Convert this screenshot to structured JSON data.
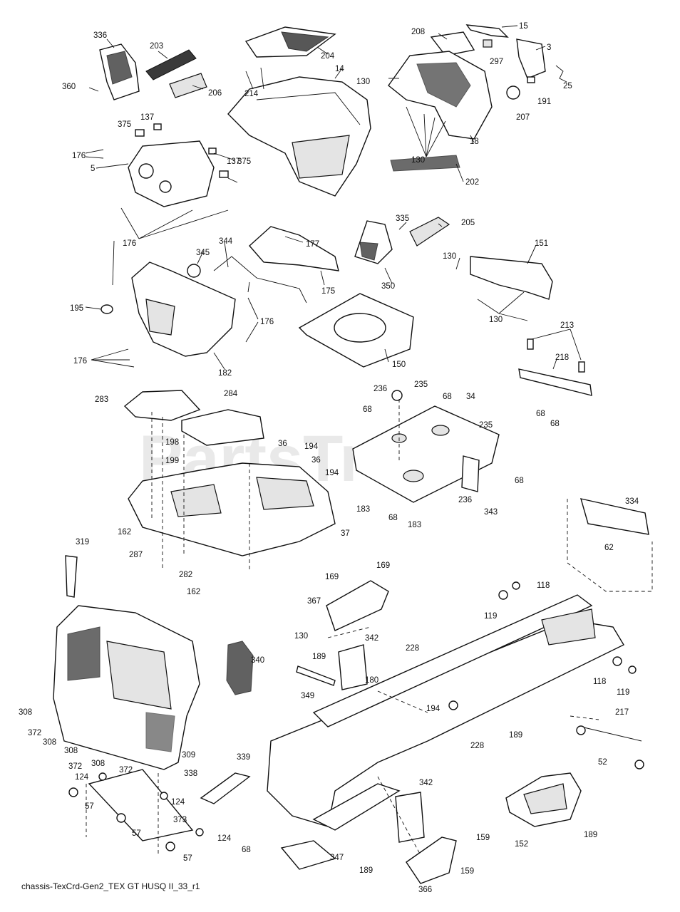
{
  "caption": "chassis-TexCrd-Gen2_TEX GT HUSQ II_33_r1",
  "watermark": "PartsTree",
  "colors": {
    "line": "#111111",
    "paper": "#ffffff",
    "watermark": "#cfcfcf"
  },
  "callouts": [
    {
      "id": "c1",
      "text": "336"
    },
    {
      "id": "c2",
      "text": "203"
    },
    {
      "id": "c3",
      "text": "204"
    },
    {
      "id": "c4",
      "text": "208"
    },
    {
      "id": "c5",
      "text": "15"
    },
    {
      "id": "c6",
      "text": "3"
    },
    {
      "id": "c7",
      "text": "297"
    },
    {
      "id": "c8",
      "text": "360"
    },
    {
      "id": "c9",
      "text": "214"
    },
    {
      "id": "c10",
      "text": "14"
    },
    {
      "id": "c11",
      "text": "130"
    },
    {
      "id": "c12",
      "text": "25"
    },
    {
      "id": "c13",
      "text": "206"
    },
    {
      "id": "c14",
      "text": "191"
    },
    {
      "id": "c15",
      "text": "207"
    },
    {
      "id": "c16",
      "text": "137"
    },
    {
      "id": "c17",
      "text": "375"
    },
    {
      "id": "c18",
      "text": "176"
    },
    {
      "id": "c19",
      "text": "137"
    },
    {
      "id": "c20",
      "text": "130"
    },
    {
      "id": "c21",
      "text": "18"
    },
    {
      "id": "c22",
      "text": "5"
    },
    {
      "id": "c23",
      "text": "375"
    },
    {
      "id": "c24",
      "text": "202"
    },
    {
      "id": "c25",
      "text": "335"
    },
    {
      "id": "c26",
      "text": "205"
    },
    {
      "id": "c27",
      "text": "176"
    },
    {
      "id": "c28",
      "text": "344"
    },
    {
      "id": "c29",
      "text": "177"
    },
    {
      "id": "c30",
      "text": "151"
    },
    {
      "id": "c31",
      "text": "345"
    },
    {
      "id": "c32",
      "text": "130"
    },
    {
      "id": "c33",
      "text": "175"
    },
    {
      "id": "c34",
      "text": "350"
    },
    {
      "id": "c35",
      "text": "195"
    },
    {
      "id": "c36",
      "text": "130"
    },
    {
      "id": "c37",
      "text": "176"
    },
    {
      "id": "c38",
      "text": "213"
    },
    {
      "id": "c39",
      "text": "176"
    },
    {
      "id": "c40",
      "text": "182"
    },
    {
      "id": "c41",
      "text": "150"
    },
    {
      "id": "c42",
      "text": "218"
    },
    {
      "id": "c43",
      "text": "235"
    },
    {
      "id": "c44",
      "text": "236"
    },
    {
      "id": "c45",
      "text": "68"
    },
    {
      "id": "c46",
      "text": "34"
    },
    {
      "id": "c47",
      "text": "283"
    },
    {
      "id": "c48",
      "text": "284"
    },
    {
      "id": "c49",
      "text": "68"
    },
    {
      "id": "c50",
      "text": "68"
    },
    {
      "id": "c51",
      "text": "68"
    },
    {
      "id": "c52",
      "text": "235"
    },
    {
      "id": "c53",
      "text": "198"
    },
    {
      "id": "c54",
      "text": "36"
    },
    {
      "id": "c55",
      "text": "194"
    },
    {
      "id": "c56",
      "text": "199"
    },
    {
      "id": "c57",
      "text": "36"
    },
    {
      "id": "c58",
      "text": "194"
    },
    {
      "id": "c59",
      "text": "68"
    },
    {
      "id": "c60",
      "text": "183"
    },
    {
      "id": "c61",
      "text": "236"
    },
    {
      "id": "c62",
      "text": "343"
    },
    {
      "id": "c63",
      "text": "68"
    },
    {
      "id": "c64",
      "text": "334"
    },
    {
      "id": "c65",
      "text": "183"
    },
    {
      "id": "c66",
      "text": "162"
    },
    {
      "id": "c67",
      "text": "37"
    },
    {
      "id": "c68",
      "text": "287"
    },
    {
      "id": "c69",
      "text": "62"
    },
    {
      "id": "c70",
      "text": "319"
    },
    {
      "id": "c71",
      "text": "282"
    },
    {
      "id": "c72",
      "text": "162"
    },
    {
      "id": "c73",
      "text": "169"
    },
    {
      "id": "c74",
      "text": "169"
    },
    {
      "id": "c75",
      "text": "118"
    },
    {
      "id": "c76",
      "text": "367"
    },
    {
      "id": "c77",
      "text": "119"
    },
    {
      "id": "c78",
      "text": "130"
    },
    {
      "id": "c79",
      "text": "342"
    },
    {
      "id": "c80",
      "text": "228"
    },
    {
      "id": "c81",
      "text": "189"
    },
    {
      "id": "c82",
      "text": "340"
    },
    {
      "id": "c83",
      "text": "180"
    },
    {
      "id": "c84",
      "text": "349"
    },
    {
      "id": "c85",
      "text": "118"
    },
    {
      "id": "c86",
      "text": "119"
    },
    {
      "id": "c87",
      "text": "194"
    },
    {
      "id": "c88",
      "text": "217"
    },
    {
      "id": "c89",
      "text": "308"
    },
    {
      "id": "c90",
      "text": "372"
    },
    {
      "id": "c91",
      "text": "308"
    },
    {
      "id": "c92",
      "text": "308"
    },
    {
      "id": "c93",
      "text": "228"
    },
    {
      "id": "c94",
      "text": "189"
    },
    {
      "id": "c95",
      "text": "309"
    },
    {
      "id": "c96",
      "text": "308"
    },
    {
      "id": "c97",
      "text": "372"
    },
    {
      "id": "c98",
      "text": "52"
    },
    {
      "id": "c99",
      "text": "339"
    },
    {
      "id": "c100",
      "text": "372"
    },
    {
      "id": "c101",
      "text": "338"
    },
    {
      "id": "c102",
      "text": "124"
    },
    {
      "id": "c103",
      "text": "342"
    },
    {
      "id": "c104",
      "text": "57"
    },
    {
      "id": "c105",
      "text": "124"
    },
    {
      "id": "c106",
      "text": "373"
    },
    {
      "id": "c107",
      "text": "57"
    },
    {
      "id": "c108",
      "text": "124"
    },
    {
      "id": "c109",
      "text": "152"
    },
    {
      "id": "c110",
      "text": "189"
    },
    {
      "id": "c111",
      "text": "57"
    },
    {
      "id": "c112",
      "text": "159"
    },
    {
      "id": "c113",
      "text": "68"
    },
    {
      "id": "c114",
      "text": "347"
    },
    {
      "id": "c115",
      "text": "159"
    },
    {
      "id": "c116",
      "text": "189"
    },
    {
      "id": "c117",
      "text": "366"
    }
  ]
}
